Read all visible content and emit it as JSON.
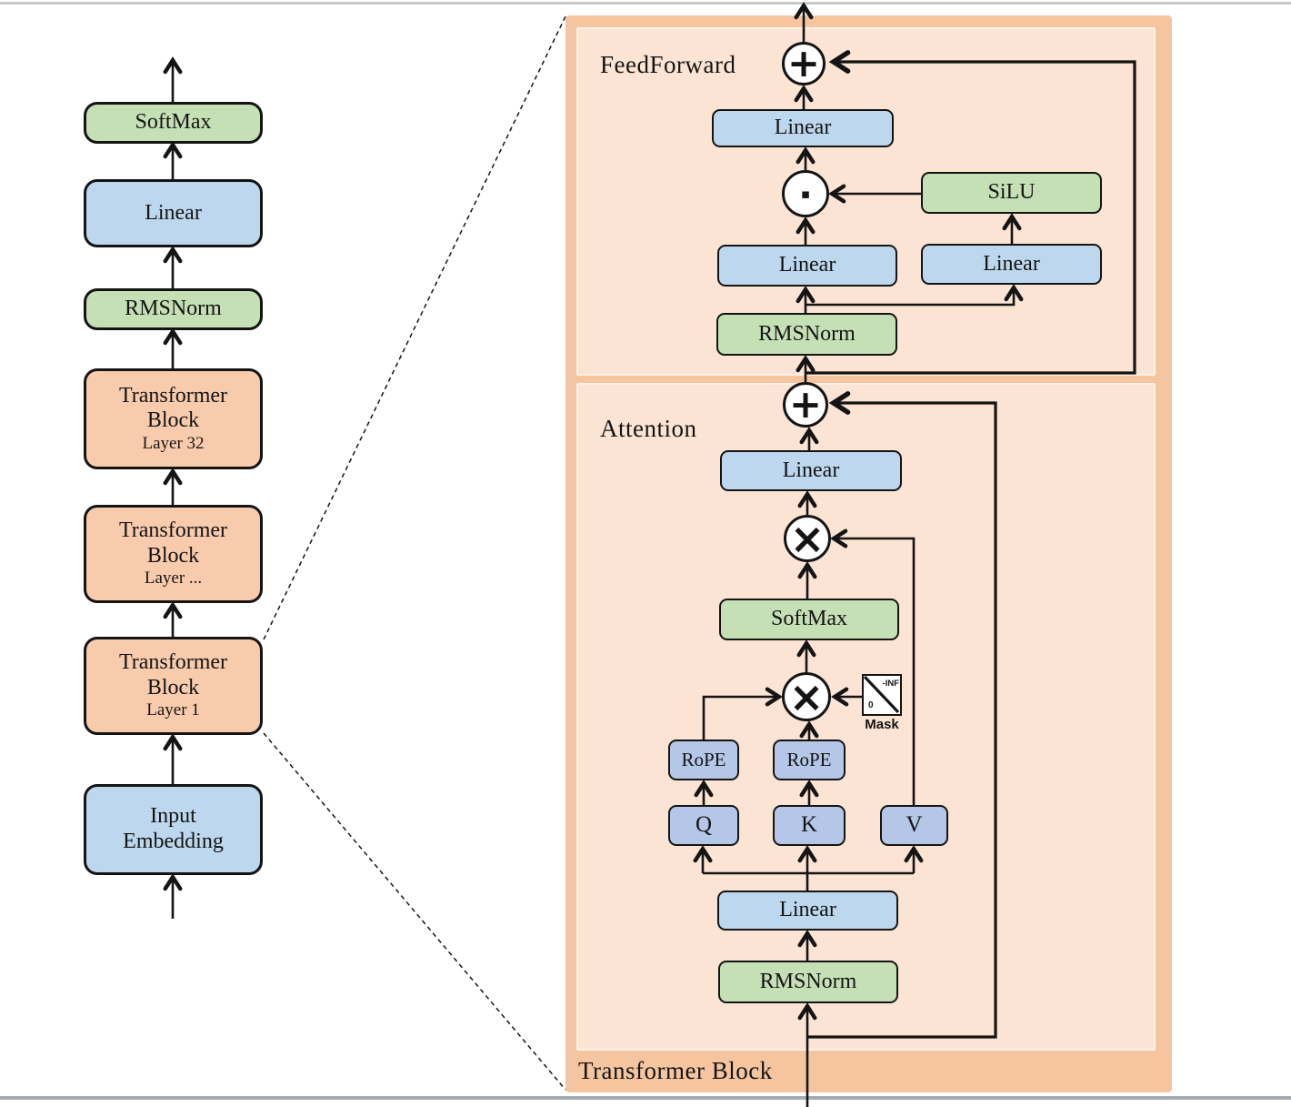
{
  "diagram": {
    "left_stack": {
      "softmax": "SoftMax",
      "linear": "Linear",
      "rmsnorm": "RMSNorm",
      "block_top": {
        "line1": "Transformer",
        "line2": "Block",
        "layer": "Layer 32"
      },
      "block_mid": {
        "line1": "Transformer",
        "line2": "Block",
        "layer": "Layer ..."
      },
      "block_bottom": {
        "line1": "Transformer",
        "line2": "Block",
        "layer": "Layer 1"
      },
      "input_embedding": {
        "line1": "Input",
        "line2": "Embedding"
      }
    },
    "transformer_block_panel": {
      "footer_label": "Transformer Block",
      "feedforward": {
        "title": "FeedForward",
        "linear_out": "Linear",
        "silu": "SiLU",
        "linear_left": "Linear",
        "linear_right": "Linear",
        "rmsnorm": "RMSNorm"
      },
      "attention": {
        "title": "Attention",
        "linear_out": "Linear",
        "softmax": "SoftMax",
        "rope_q": "RoPE",
        "rope_k": "RoPE",
        "q": "Q",
        "k": "K",
        "v": "V",
        "mask": {
          "label": "Mask",
          "top_right": "-INF",
          "bottom_left": "0"
        },
        "linear_in": "Linear",
        "rmsnorm": "RMSNorm"
      }
    },
    "operators": {
      "add": "+",
      "matmul": "×",
      "elementwise": "▪"
    }
  },
  "colors": {
    "orange_fill": "#f8cbad",
    "panel_outer_fill": "#f5c5a0",
    "panel_inner_fill": "#fbe4d3",
    "blue_fill": "#bdd7ee",
    "blue_alt_fill": "#b4c7e7",
    "green_fill": "#c5e0b4",
    "stroke": "#141414"
  }
}
